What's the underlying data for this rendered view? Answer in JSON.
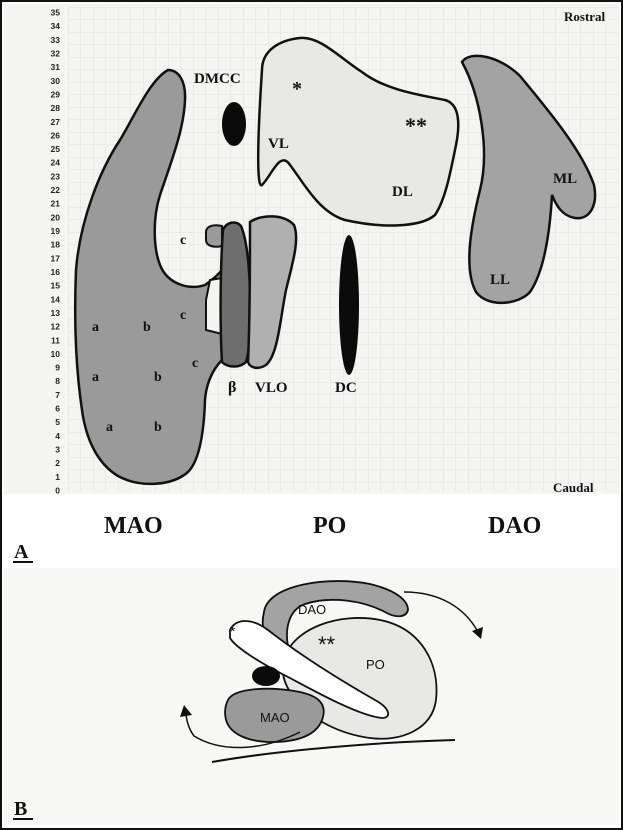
{
  "colors": {
    "background": "#ffffff",
    "paper": "#f4f4f2",
    "grid": "#d4d4d2",
    "outline": "#111111",
    "mao_fill": "#9a9a9a",
    "po_fill": "#e8e8e6",
    "dao_fill": "#a3a3a3",
    "beta_fill": "#6e6e6e",
    "vlo_fill": "#b0b0b0",
    "dark_fill": "#0b0b0b"
  },
  "panel_a": {
    "letter": "A",
    "corner_labels": {
      "rostral": "Rostral",
      "caudal": "Caudal"
    },
    "y_ticks": [
      "35",
      "34",
      "33",
      "32",
      "31",
      "30",
      "29",
      "28",
      "27",
      "26",
      "25",
      "24",
      "23",
      "22",
      "21",
      "20",
      "19",
      "18",
      "17",
      "16",
      "15",
      "14",
      "13",
      "12",
      "11",
      "10",
      "9",
      "8",
      "7",
      "6",
      "5",
      "4",
      "3",
      "2",
      "1",
      "0"
    ],
    "region_labels": {
      "dmcc": "DMCC",
      "vl": "VL",
      "dl": "DL",
      "ml": "ML",
      "ll": "LL",
      "dc": "DC",
      "vlo": "VLO",
      "beta": "β",
      "star_single": "*",
      "star_double": "**",
      "subregion_a": "a",
      "subregion_b": "b",
      "subregion_c": "c"
    },
    "nuclei_titles": {
      "mao": "MAO",
      "po": "PO",
      "dao": "DAO"
    }
  },
  "panel_b": {
    "letter": "B",
    "labels": {
      "dao": "DAO",
      "po": "PO",
      "mao": "MAO",
      "star_single": "*",
      "star_double": "**"
    }
  }
}
